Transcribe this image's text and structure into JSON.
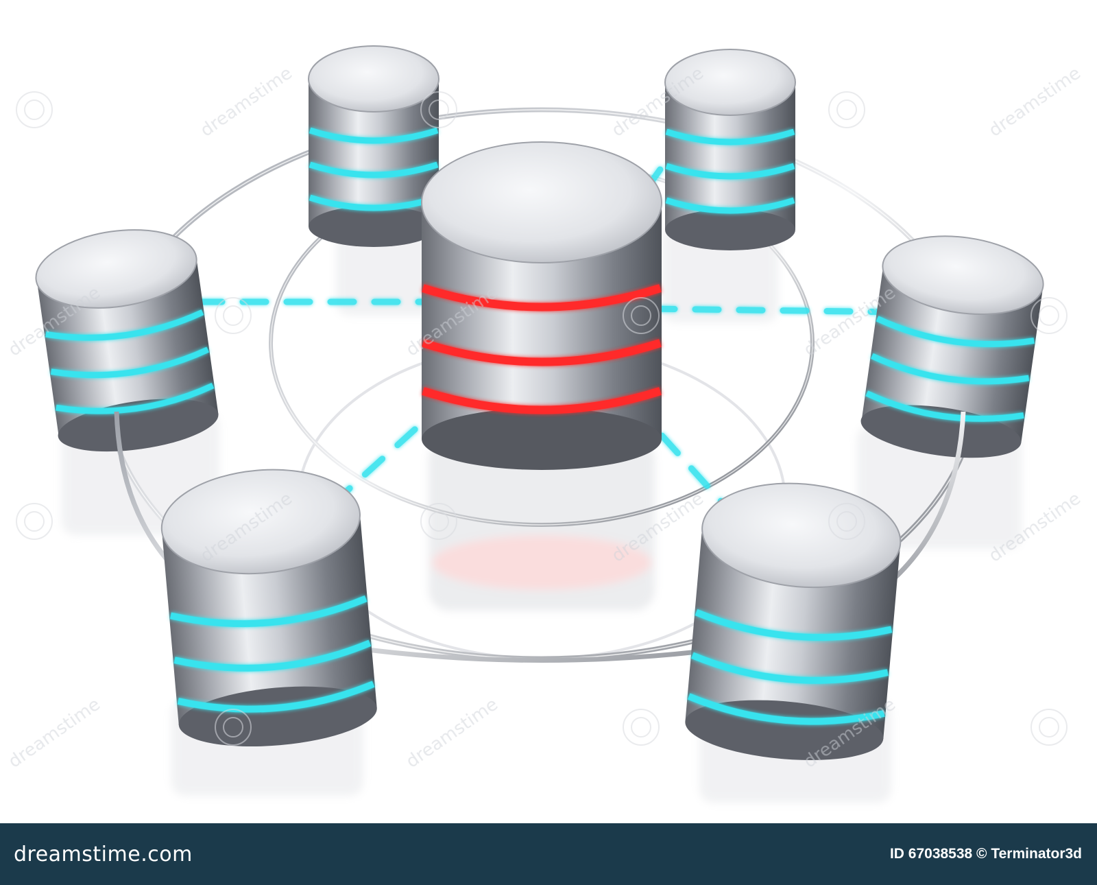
{
  "palette": {
    "background": "#ffffff",
    "metal_light": "#e9ebef",
    "metal_dark": "#5d6068",
    "glow_cyan": "#39e3ee",
    "glow_red": "#ff2a2a",
    "footer_bar": "#1b3a4b"
  },
  "scene": {
    "center_server": {
      "name": "central-database-red",
      "ring_color": "red",
      "rings": 3
    },
    "satellite_servers": [
      {
        "name": "database-top-left",
        "ring_color": "cyan",
        "rings": 3
      },
      {
        "name": "database-top-right",
        "ring_color": "cyan",
        "rings": 3
      },
      {
        "name": "database-left",
        "ring_color": "cyan",
        "rings": 3
      },
      {
        "name": "database-right",
        "ring_color": "cyan",
        "rings": 3
      },
      {
        "name": "database-bottom-left",
        "ring_color": "cyan",
        "rings": 3
      },
      {
        "name": "database-bottom-right",
        "ring_color": "cyan",
        "rings": 3
      }
    ],
    "connections": "chrome ring network with dashed cyan links"
  },
  "watermark": {
    "text": "dreamstime"
  },
  "footer": {
    "logo_text": "dreamstime.com",
    "credit_text": "ID 67038538 © Terminator3d"
  }
}
